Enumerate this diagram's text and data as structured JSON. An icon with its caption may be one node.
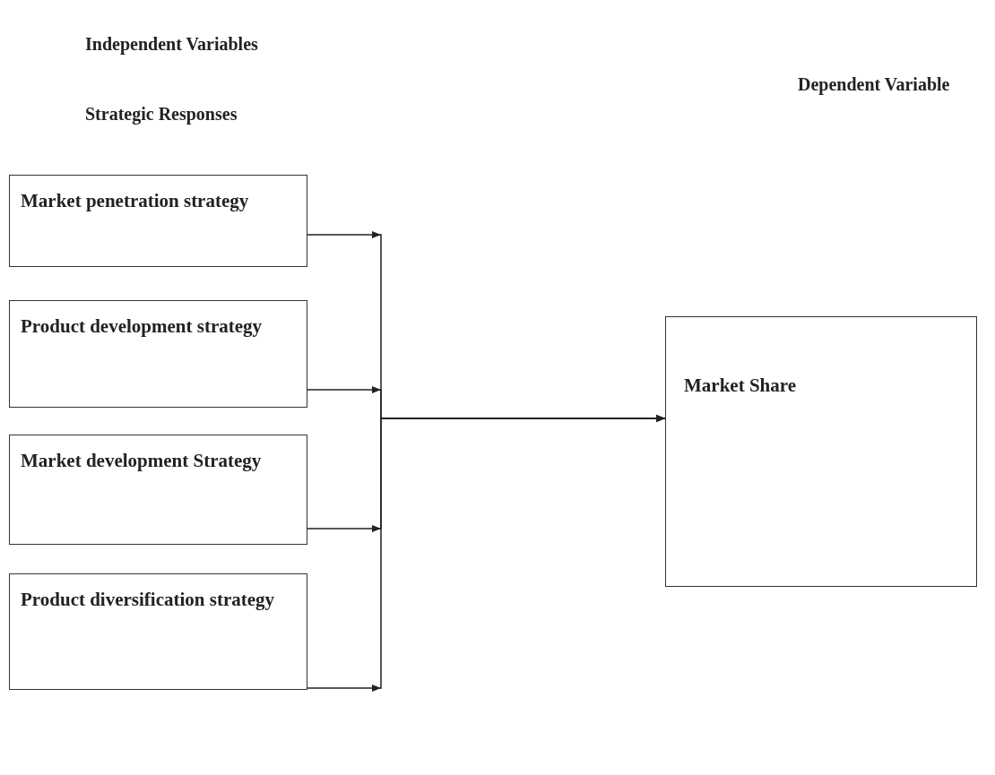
{
  "diagram": {
    "nodes": [
      {
        "text": [
          "Market penetration strategy"
        ]
      },
      {
        "text": [
          "Product development strategy"
        ]
      },
      {
        "text": [
          "Market development Strategy"
        ]
      },
      {
        "text": [
          "Product diversification strategy"
        ]
      },
      {
        "text": [
          "Market Share"
        ]
      }
    ],
    "edges": [
      {
        "from": 0,
        "to": 4,
        "arrow": "to"
      },
      {
        "from": 1,
        "to": 4,
        "arrow": "to"
      },
      {
        "from": 2,
        "to": 4,
        "arrow": "to"
      },
      {
        "from": 3,
        "to": 4,
        "arrow": "to"
      }
    ],
    "labels": [
      "Independent Variables",
      "Strategic Responses",
      "Dependent Variable"
    ]
  }
}
